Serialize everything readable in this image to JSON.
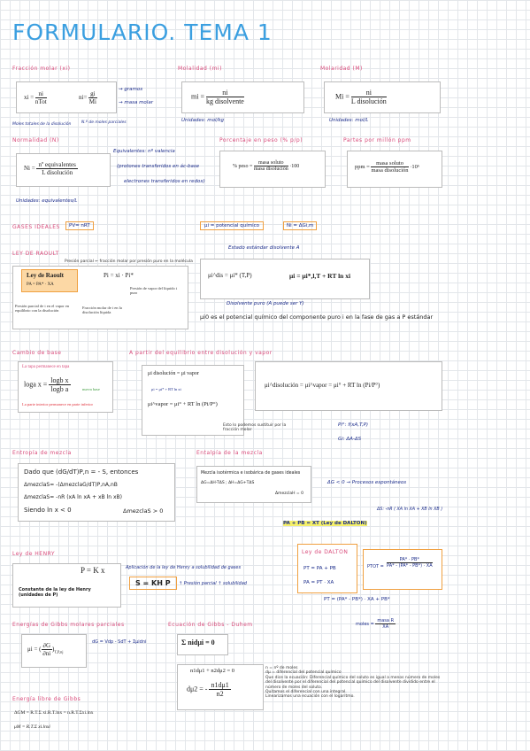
{
  "title": "FORMULARIO. TEMA 1",
  "sections": {
    "fraccion_molar": {
      "heading": "Fracción molar (xi)",
      "f1_lhs": "xi =",
      "f1_num": "ni",
      "f1_den": "nTot",
      "f2_lhs": "ni=",
      "f2_num": "gi",
      "f2_den": "Mi",
      "note_gramos": "→ gramos",
      "note_masa": "→ masa molar",
      "note_total": "Moles totales de la disolución",
      "note_parciales": "N.º de moles parciales"
    },
    "molalidad": {
      "heading": "Molalidad (mi)",
      "lhs": "mi =",
      "num": "ni",
      "den": "kg disolvente",
      "units": "Unidades: mol/kg"
    },
    "molaridad": {
      "heading": "Molaridad (M)",
      "lhs": "Mi =",
      "num": "ni",
      "den": "L disolución",
      "units": "Unidades: mol/L"
    },
    "normalidad": {
      "heading": "Normalidad (N)",
      "lhs": "Ni =",
      "num": "nº equivalentes",
      "den": "L disolución",
      "eq_title": "Equivalentes: nº valencia",
      "eq_1": "(protones transferidos en ác-base",
      "eq_2": "electrones transferidos en redox)",
      "units": "Unidades: equivalentes/L"
    },
    "porcentaje": {
      "heading": "Porcentaje en peso (% p/p)",
      "lhs": "% peso =",
      "num": "masa soluto",
      "den": "masa disolución",
      "mult": "·100"
    },
    "ppm": {
      "heading": "Partes por millón ppm",
      "lhs": "ppm =",
      "num": "masa soluto",
      "den": "masa disolución",
      "mult": "·10⁶"
    },
    "gases_ideales": {
      "heading": "GASES IDEALES",
      "eq": "PV= nRT",
      "mu_def": "μi = potencial químico",
      "ng": "Ni = ΔGi,m"
    },
    "raoult": {
      "heading": "LEY DE RAOULT",
      "top_note": "Presión parcial ← fracción molar por presión puro en la molécula",
      "box_title": "Ley de Raoult",
      "formula": "Pi = xi · Pi*",
      "sub": "PA = PA* · XA",
      "note_left": "Presión parcial de i en el vapor en equilibrio con la disolución",
      "note_mid": "Fracción molar de i en la disolución líquida",
      "note_right": "Presión de vapor del líquido i puro"
    },
    "mu_std": {
      "top": "Estado estándar disolvente A",
      "f1": "μi^dis = μi* (T,P)",
      "f2": "μi = μi*,l,T + RT ln xi",
      "bottom": "Disolvente puro (A puede ser Y)",
      "desc": "μi0 es el potencial químico del componente puro i en la fase de gas a P estándar"
    },
    "cambio_base": {
      "heading": "Cambio de base",
      "l1": "La tapa permanece en tapa",
      "formula_lhs": "loga x =",
      "num": "logb x",
      "den": "logb a",
      "nueva": "nueva base",
      "l2": "La parte interior permanece en parte inferior"
    },
    "equilibrio": {
      "heading": "A partir del equilibrio entre disolución y vapor",
      "f1": "μi disolución = μi vapor",
      "f2": "μi = μi* + RT ln xi",
      "f3": "μi^vapor = μi° + RT ln (Pi/P°)",
      "big": "μi^disolución = μi^vapor = μi° + RT ln (Pi/P°)",
      "note": "Esto lo podemos sustituir por la fracción molar",
      "r1": "Pi°: f(xA,T,P)",
      "r2": "Gi: ΔA-ΔS"
    },
    "entropia": {
      "heading": "Entropía de mezcla",
      "l1": "Dado que (dG/dT)P,n = - S, entonces",
      "l2": "ΔmezclaS= -(ΔmezclaG/dT)P,nA,nB",
      "l3": "ΔmezclaS= -nR (xA ln xA + xB ln xB)",
      "l4": "Siendo ln x < 0",
      "l5": "ΔmezclaS > 0"
    },
    "entalpia": {
      "heading": "Entalpía de la mezcla",
      "l1": "Mezcla isotérmica e isobárica de gases ideales",
      "l2": "ΔG=ΔH-TΔS ; ΔH=ΔG+TΔS",
      "l3": "ΔmezclaH = 0",
      "r1": "ΔG < 0 → Procesos espontáneos",
      "r2": "ΔS: -nR ( XA ln XA + XB ln XB )"
    },
    "dalton_line": "PA + PB = XT (Ley de DALTON)",
    "henry": {
      "heading": "Ley de HENRY",
      "formula": "P = K x",
      "caption": "Constante de la ley de Henry (unidades de P)",
      "hand": "Aplicación de la ley de Henry a solubilidad de gases",
      "boxed": "S = KH P",
      "hand2": "↑ Presión parcial ↑ solubilidad"
    },
    "dalton": {
      "heading": "Ley de DALTON",
      "l1": "PT = PA + PB",
      "l2": "PA = PT · XA",
      "frac_lhs": "PTOT =",
      "frac_num": "PA* · PB*",
      "frac_den": "PA* - (PA* - PB*) · XA",
      "below": "PT = (PA* - PB*) · XA + PB*",
      "molar_lhs": "moles =",
      "molar_num": "masa R",
      "molar_den": "XA"
    },
    "gibbs_molar": {
      "heading": "Energías de Gibbs molares parciales",
      "lhs": "μi =",
      "num": "∂G",
      "den": "∂ni",
      "sub": "T,P,nj",
      "hand": "dG = Vdp - SdT + Σμidni"
    },
    "gibbs_duhem": {
      "heading": "Ecuación de Gibbs - Duhem",
      "formula": "Σ nidμi = 0",
      "f1": "n1dμ1 + n2dμ2 = 0",
      "f2_lhs": "dμ2 = -",
      "f2_num": "n1dμ1",
      "f2_den": "n2",
      "n1": "n = nº de moles",
      "n2": "dμ = diferencial del potencial químico",
      "n3": "Que dice la ecuación: Diferencial químico del soluto es igual a menos número de moles del disolvente por el diferencial del potencial químico del disolvente dividido entre el número de moles del soluto.",
      "n4": "Quitamos el diferencial con una integral.",
      "n5": "Linearizamos una ecuación con el logaritmo."
    },
    "energia_libre": {
      "heading": "Energía libre de Gibbs",
      "l1": "ΔGM = R.T.Σ xi.R.T.lnx = n.R.T.Σxi.lnx",
      "l2": "μM = R.T.Σ xi.lnxi"
    }
  }
}
